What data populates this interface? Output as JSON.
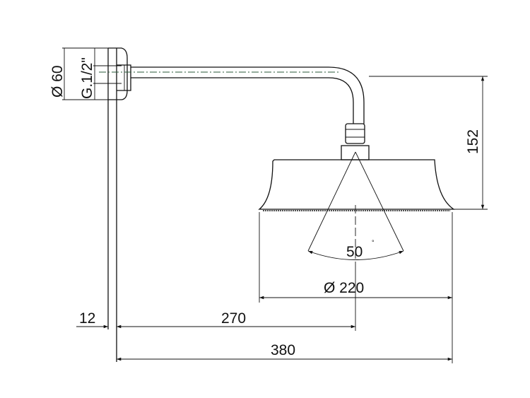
{
  "labels": {
    "plate_diameter": "Ø 60",
    "thread": "G.1/2\"",
    "height": "152",
    "spray_angle": "50",
    "degree": "°",
    "head_diameter": "Ø 220",
    "wall_offset": "12",
    "center_projection": "270",
    "total_projection": "380"
  }
}
